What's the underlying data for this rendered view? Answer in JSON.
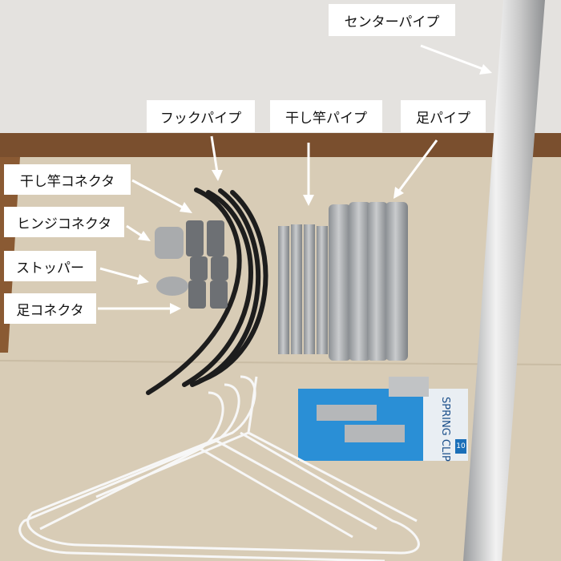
{
  "labels": {
    "center_pipe": "センターパイプ",
    "hook_pipe": "フックパイプ",
    "pole_pipe": "干し竿パイプ",
    "leg_pipe": "足パイプ",
    "pole_connector": "干し竿コネクタ",
    "hinge_connector": "ヒンジコネクタ",
    "stopper": "ストッパー",
    "leg_connector": "足コネクタ"
  },
  "package": {
    "title": "SPRING CLIP",
    "count": "10"
  },
  "colors": {
    "wall": "#e4e2df",
    "baseboard": "#7a4f2e",
    "floor": "#d8ccb6",
    "package": "#2a8fd6"
  }
}
